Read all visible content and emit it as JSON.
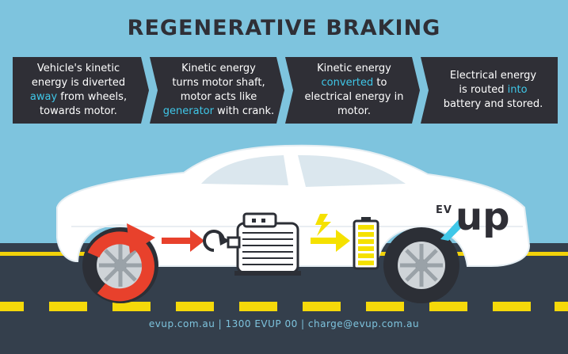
{
  "title": "REGENERATIVE BRAKING",
  "steps": [
    {
      "line1": "Vehicle's kinetic",
      "line2": "energy is diverted",
      "pre3": "",
      "hl3": "away",
      "post3": " from wheels,",
      "line4": "towards motor."
    },
    {
      "line1": "Kinetic energy",
      "line2": "turns motor shaft,",
      "line3": "motor acts like",
      "hl4": "generator",
      "post4": " with crank."
    },
    {
      "line1": "Kinetic energy",
      "hl2": "converted",
      "post2": " to",
      "line3": "electrical energy in",
      "line4": "motor."
    },
    {
      "line1": "Electrical energy",
      "pre2": "is routed ",
      "hl2": "into",
      "line3": "battery and stored."
    }
  ],
  "logo": {
    "ev": "EV",
    "up": "up"
  },
  "footer": "evup.com.au  |  1300 EVUP 00 | charge@evup.com.au",
  "colors": {
    "sky": "#7ec4de",
    "road": "#343f4c",
    "box": "#2f2f36",
    "highlight": "#3fc7e8",
    "red_arrow": "#e8412c",
    "yellow_arrow": "#f5e100",
    "lane": "#f5d90a"
  },
  "icons": [
    "rotation-arrow-icon",
    "motor-icon",
    "lightning-icon",
    "battery-icon",
    "crank-icon"
  ]
}
